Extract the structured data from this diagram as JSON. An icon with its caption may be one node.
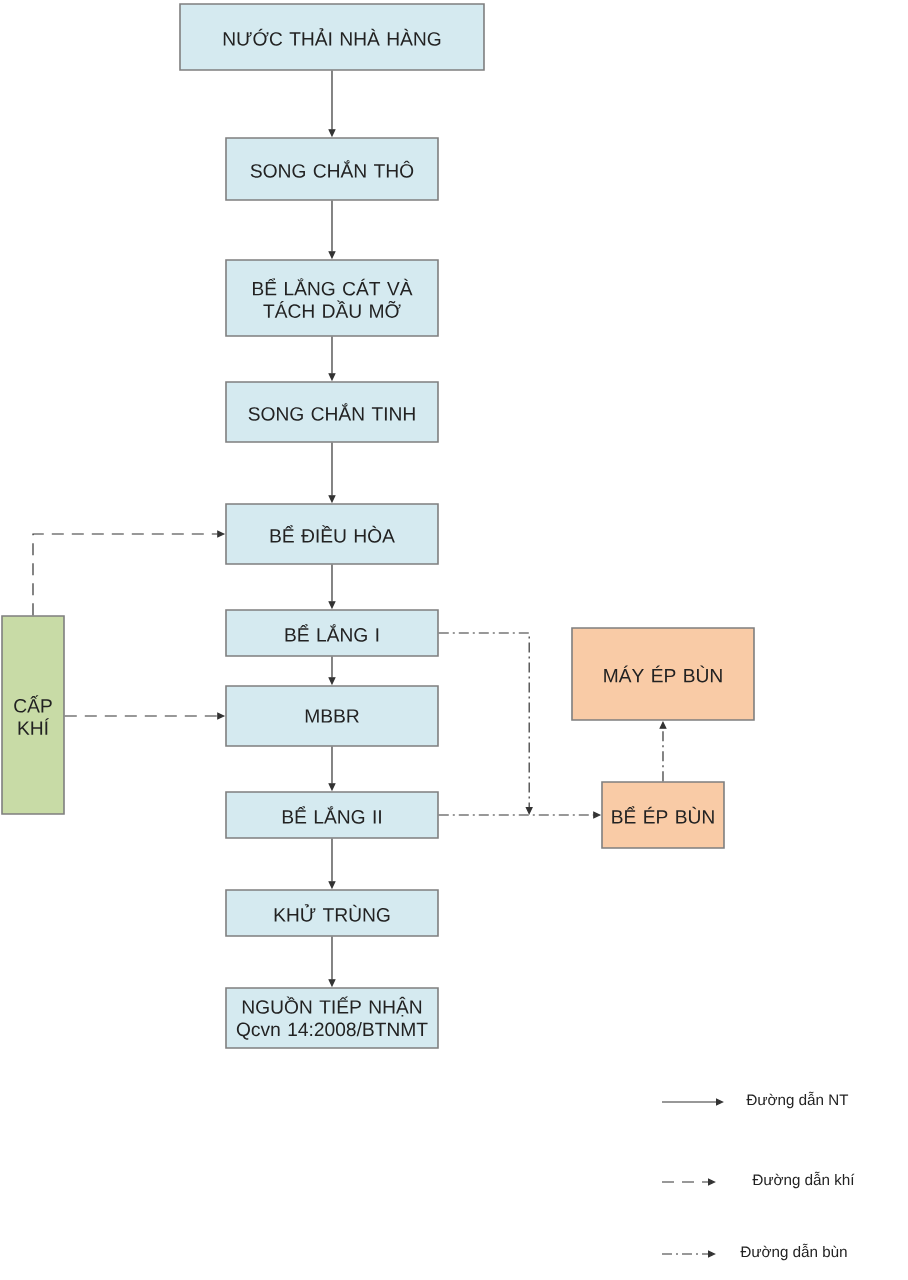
{
  "diagram": {
    "nodes": [
      {
        "text": [
          "NƯỚC THẢI NHÀ HÀNG"
        ]
      },
      {
        "text": [
          "SONG CHẮN THÔ"
        ]
      },
      {
        "text": [
          "BỂ LẮNG CÁT VÀ TÁCH DẦU MỠ"
        ]
      },
      {
        "text": [
          "SONG CHẮN TINH"
        ]
      },
      {
        "text": [
          "BỂ ĐIỀU HÒA"
        ]
      },
      {
        "text": [
          "BỂ LẮNG I"
        ]
      },
      {
        "text": [
          "MBBR"
        ]
      },
      {
        "text": [
          "BỂ LẮNG II"
        ]
      },
      {
        "text": [
          "KHỬ TRÙNG"
        ]
      },
      {
        "text": [
          "NGUỒN TIẾP NHẬN Qcvn 14:2008/BTNMT"
        ]
      },
      {
        "text": [
          "CẤP KHÍ"
        ]
      },
      {
        "text": [
          "MÁY ÉP BÙN"
        ]
      },
      {
        "text": [
          "BỂ ÉP BÙN"
        ]
      }
    ],
    "edges": [
      {
        "from": 0,
        "to": 1,
        "arrow": "to"
      },
      {
        "from": 1,
        "to": 2,
        "arrow": "to"
      },
      {
        "from": 2,
        "to": 3,
        "arrow": "to"
      },
      {
        "from": 3,
        "to": 4,
        "arrow": "to"
      },
      {
        "from": 4,
        "to": 5,
        "arrow": "to"
      },
      {
        "from": 5,
        "to": 6,
        "arrow": "to"
      },
      {
        "from": 6,
        "to": 7,
        "arrow": "to"
      },
      {
        "from": 7,
        "to": 8,
        "arrow": "to"
      },
      {
        "from": 8,
        "to": 9,
        "arrow": "to"
      },
      {
        "from": 10,
        "to": 4,
        "arrow": "to",
        "style": "dashed"
      },
      {
        "from": 10,
        "to": 6,
        "arrow": "to",
        "style": "dashed"
      },
      {
        "from": 5,
        "to": 12,
        "arrow": "to",
        "style": "dashed"
      },
      {
        "from": 7,
        "to": 12,
        "arrow": "to",
        "style": "dashed"
      },
      {
        "from": 12,
        "to": 11,
        "arrow": "to",
        "style": "dashed"
      }
    ],
    "legend": [
      {
        "text": "Đường dẫn NT"
      },
      {
        "text": "Đường dẫn khí"
      },
      {
        "text": "Đường dẫn bùn"
      }
    ]
  }
}
